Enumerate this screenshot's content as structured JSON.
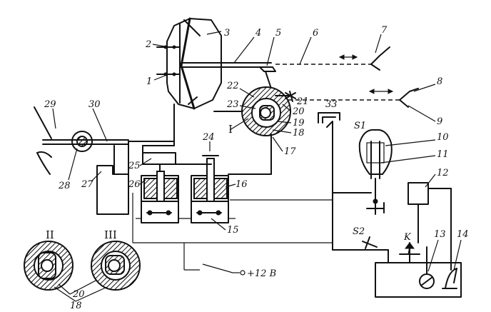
{
  "diagram": {
    "part_numbers": [
      "1",
      "2",
      "3",
      "4",
      "5",
      "6",
      "7",
      "8",
      "9",
      "10",
      "11",
      "12",
      "13",
      "14",
      "15",
      "16",
      "17",
      "18",
      "19",
      "20",
      "21",
      "22",
      "23",
      "24",
      "25",
      "26",
      "27",
      "28",
      "29",
      "30",
      "33"
    ],
    "switch_labels": {
      "s1": "S1",
      "s2": "S2",
      "k": "K"
    },
    "supply_label": "+12 B",
    "section_labels": {
      "i": "I",
      "ii": "II",
      "iii": "III"
    },
    "inset_labels": {
      "part_20": "20",
      "part_18": "18"
    }
  }
}
